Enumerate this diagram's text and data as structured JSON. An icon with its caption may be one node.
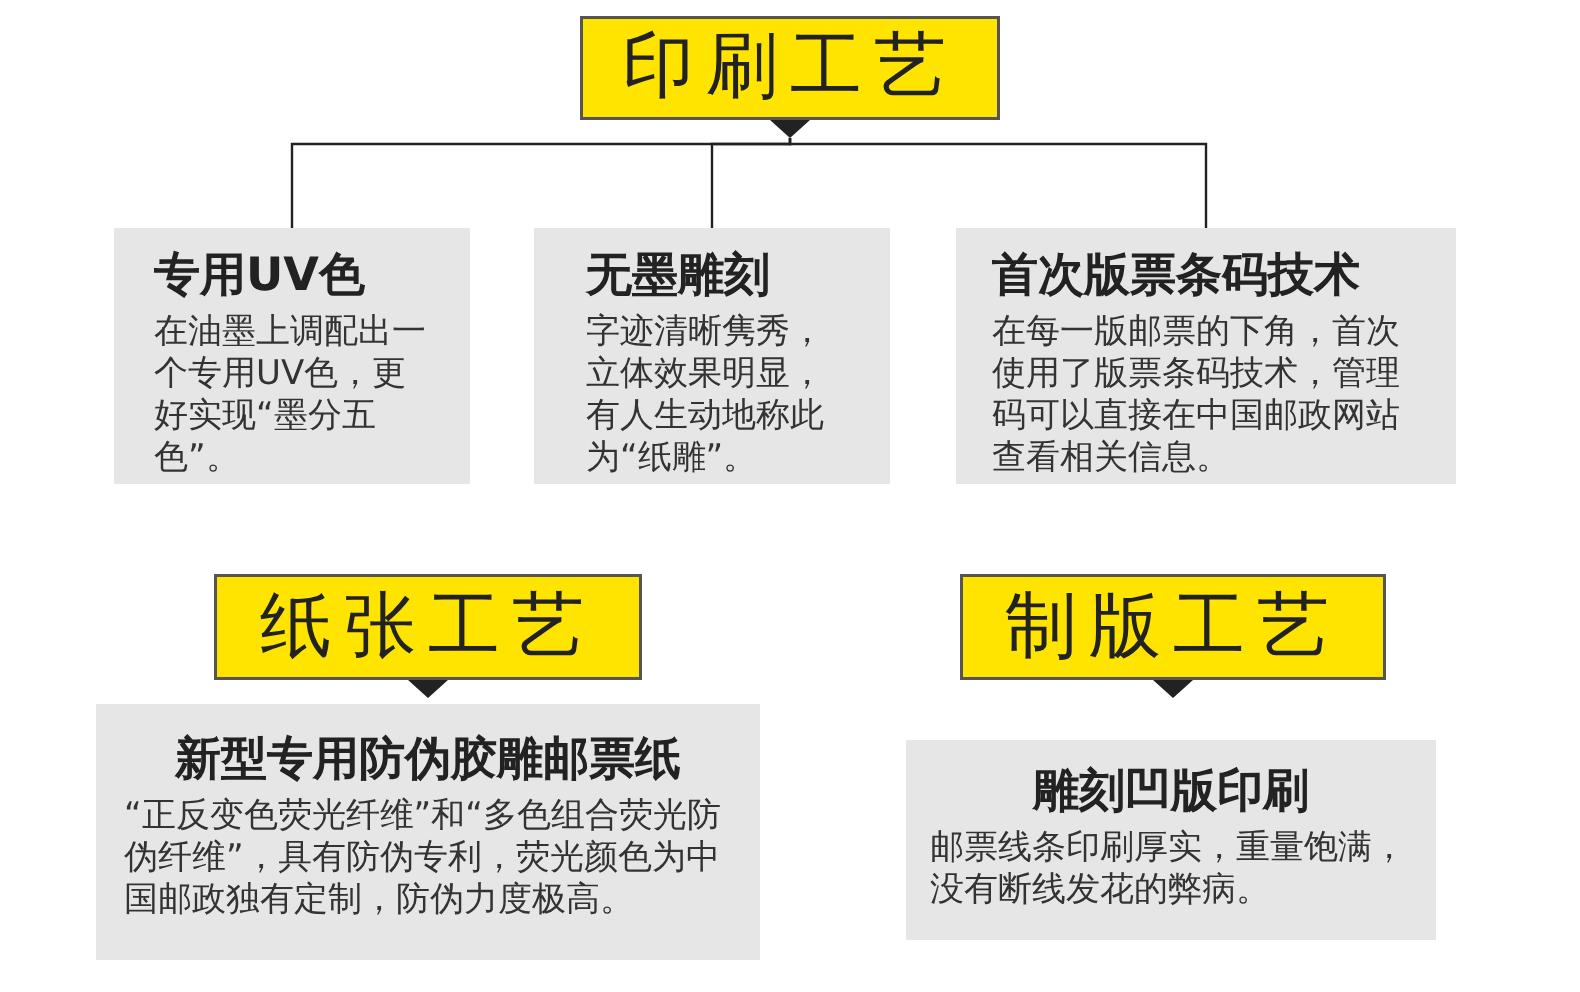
{
  "diagram": {
    "nodes": [
      {
        "text": [
          "印刷工艺"
        ]
      },
      {
        "text": [
          "专用UV色",
          "在油墨上调配出一个专用UV色，更好实现“墨分五色”。"
        ]
      },
      {
        "text": [
          "无墨雕刻",
          "字迹清晰隽秀，立体效果明显，有人生动地称此为“纸雕”。"
        ]
      },
      {
        "text": [
          "首次版票条码技术",
          "在每一版邮票的下角，首次使用了版票条码技术，管理码可以直接在中国邮政网站查看相关信息。"
        ]
      },
      {
        "text": [
          "纸张工艺"
        ]
      },
      {
        "text": [
          "新型专用防伪胶雕邮票纸",
          "“正反变色荧光纤维”和“多色组合荧光防伪纤维”，具有防伪专利，荧光颜色为中国邮政独有定制，防伪力度极高。"
        ]
      },
      {
        "text": [
          "制版工艺"
        ]
      },
      {
        "text": [
          "雕刻凹版印刷",
          "邮票线条印刷厚实，重量饱满，没有断线发花的弊病。"
        ]
      }
    ],
    "edges": [
      {
        "from": 0,
        "to": 1,
        "arrow": "none"
      },
      {
        "from": 0,
        "to": 2,
        "arrow": "none"
      },
      {
        "from": 0,
        "to": 3,
        "arrow": "none"
      }
    ]
  }
}
